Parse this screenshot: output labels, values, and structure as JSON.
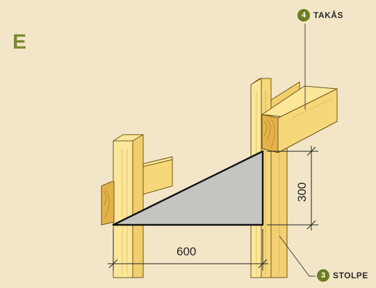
{
  "step_label": "E",
  "callouts": [
    {
      "number": "4",
      "label": "TAKÅS"
    },
    {
      "number": "3",
      "label": "STOLPE"
    }
  ],
  "dimensions": {
    "horizontal": "600",
    "vertical": "300"
  },
  "colors": {
    "background": "#f3e6c8",
    "wood": "#f6d77a",
    "wood_dark": "#e7b94e",
    "wood_outline": "#6b5418",
    "brace_fill": "#c4c4c0",
    "brace_outline": "#111111",
    "accent": "#6e7d22"
  }
}
